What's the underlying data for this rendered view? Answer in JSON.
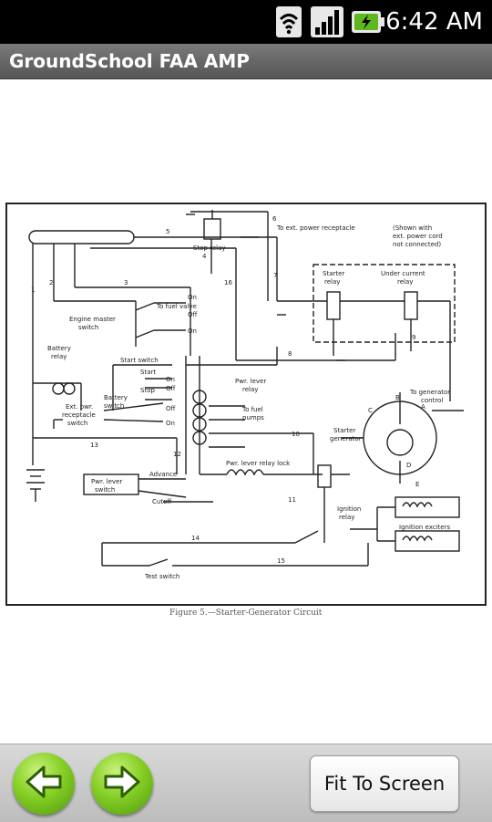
{
  "status_bar": {
    "time": "6:42 AM",
    "icons": [
      "wifi-icon",
      "signal-icon",
      "battery-charging-icon"
    ]
  },
  "app": {
    "title": "GroundSchool FAA AMP"
  },
  "figure": {
    "caption": "Figure 5.—Starter-Generator Circuit",
    "labels": {
      "stop_relay": "Stop relay",
      "ext_power_receptacle": "To ext. power receptacle",
      "shown_note_1": "(Shown with",
      "shown_note_2": "ext. power cord",
      "shown_note_3": "not connected)",
      "starter_relay_1": "Starter",
      "starter_relay_2": "relay",
      "undercurrent_relay_1": "Under current",
      "undercurrent_relay_2": "relay",
      "engine_master_1": "Engine master",
      "engine_master_2": "switch",
      "on": "On",
      "off": "Off",
      "to_fuel_valve": "To fuel valve",
      "battery_relay_1": "Battery",
      "battery_relay_2": "relay",
      "start_switch": "Start switch",
      "start": "Start",
      "stop": "Stop",
      "battery_switch_1": "Battery",
      "battery_switch_2": "switch",
      "ext_pwr_recept_1": "Ext. pwr.",
      "ext_pwr_recept_2": "receptacle",
      "ext_pwr_recept_3": "switch",
      "pwr_lever_relay_1": "Pwr. lever",
      "pwr_lever_relay_2": "relay",
      "to_fuel_pumps_1": "To fuel",
      "to_fuel_pumps_2": "pumps",
      "to_generator_control_1": "To generator",
      "to_generator_control_2": "control",
      "starter_generator_1": "Starter",
      "starter_generator_2": "generator",
      "pwr_lever_switch_1": "Pwr. lever",
      "pwr_lever_switch_2": "switch",
      "advance": "Advance",
      "cutoff": "Cutoff",
      "pwr_lever_relay_lock": "Pwr. lever relay lock",
      "ignition_relay_1": "Ignition",
      "ignition_relay_2": "relay",
      "ignition_exciters": "Ignition exciters",
      "test_switch": "Test switch",
      "term_a": "A",
      "term_b": "B",
      "term_c": "C",
      "term_d": "D",
      "term_e": "E"
    },
    "wire_numbers": [
      "1",
      "2",
      "3",
      "4",
      "5",
      "6",
      "7",
      "8",
      "9",
      "10",
      "11",
      "12",
      "13",
      "14",
      "15",
      "16"
    ]
  },
  "bottom_bar": {
    "back_icon": "arrow-left-icon",
    "forward_icon": "arrow-right-icon",
    "fit_label": "Fit To Screen"
  }
}
